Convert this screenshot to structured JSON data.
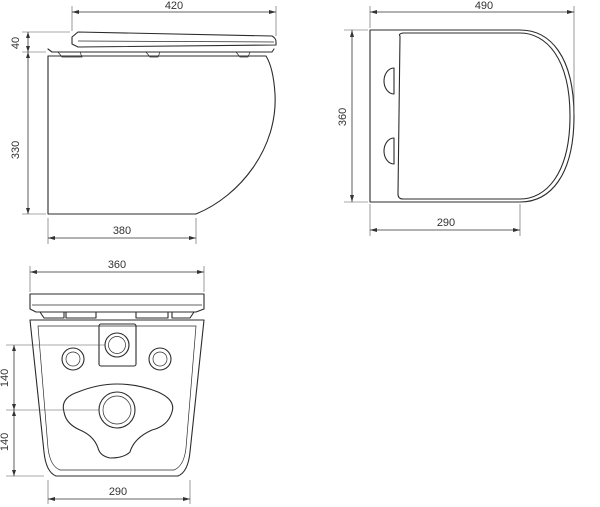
{
  "side_view": {
    "dim_width_top": "420",
    "dim_seat_height": "40",
    "dim_body_height": "330",
    "dim_width_bottom": "380"
  },
  "top_view": {
    "dim_width": "490",
    "dim_depth": "360",
    "dim_inner_width": "290"
  },
  "rear_view": {
    "dim_width": "360",
    "dim_upper_spacing": "140",
    "dim_lower_spacing": "140",
    "dim_bottom_width": "290"
  }
}
